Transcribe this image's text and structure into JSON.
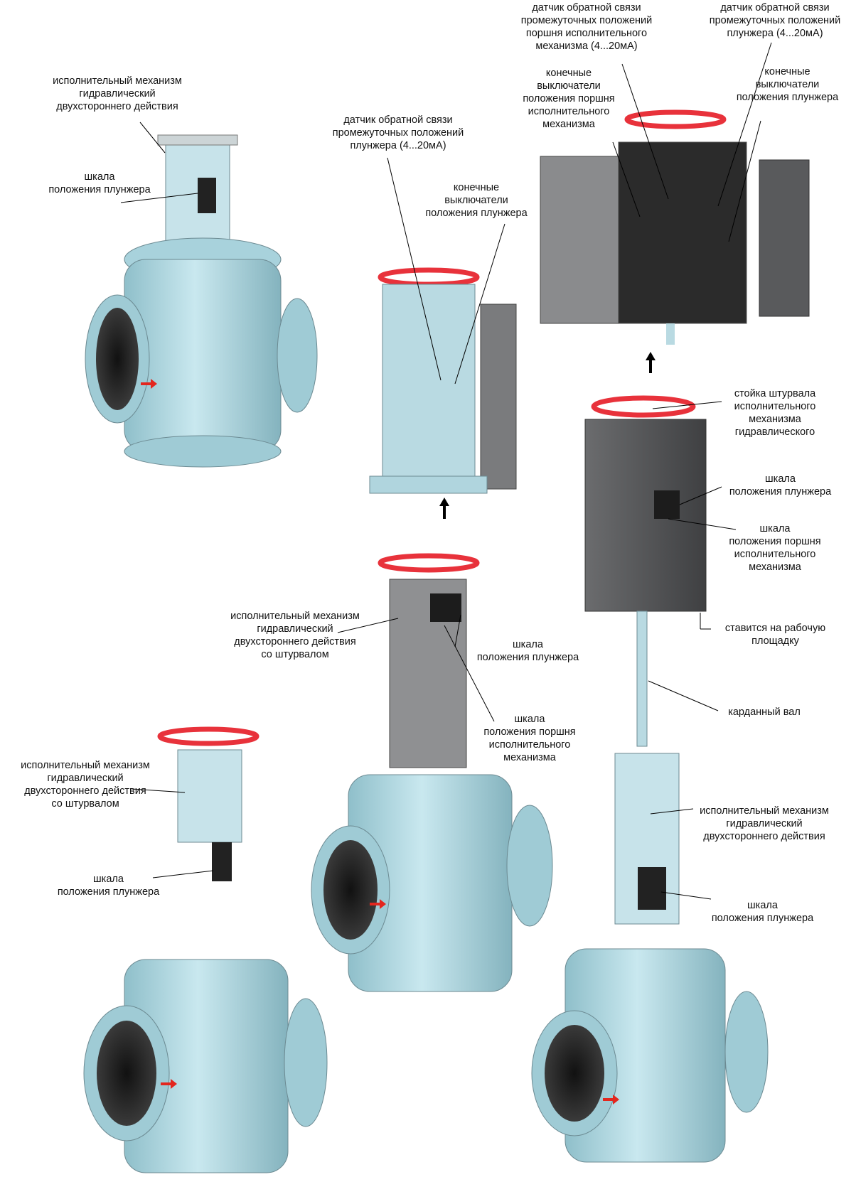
{
  "colors": {
    "valve_body": "#b6dde6",
    "valve_shade": "#7fb1bd",
    "handwheel": "#e8323b",
    "cabinet": "#57585a",
    "arrow_flow": "#e3261e",
    "line": "#000000"
  },
  "labels": {
    "v1_actuator": "исполнительный механизм\nгидравлический\nдвухстороннего действия",
    "v1_scale": "шкала\nположения плунжера",
    "v2_feedback": "датчик обратной связи\nпромежуточных положений\nплунжера (4...20мА)",
    "v2_limit": "конечные\nвыключатели\nположения плунжера",
    "v3_feedback_piston": "датчик обратной связи\nпромежуточных положений\nпоршня исполнительного\nмеханизма (4...20мА)",
    "v3_feedback_plunger": "датчик обратной связи\nпромежуточных положений\nплунжера (4...20мА)",
    "v3_limit_piston": "конечные\nвыключатели\nположения поршня\nисполнительного\nмеханизма",
    "v3_limit_plunger": "конечные\nвыключатели\nположения плунжера",
    "v4_wheel_stand": "стойка штурвала\nисполнительного\nмеханизма\nгидравлического",
    "v4_scale_plunger": "шкала\nположения плунжера",
    "v4_scale_piston": "шкала\nположения поршня\nисполнительного\nмеханизма",
    "v4_platform": "ставится на рабочую\nплощадку",
    "v4_cardan": "карданный вал",
    "v5_actuator": "исполнительный механизм\nгидравлический\nдвухстороннего действия\nсо штурвалом",
    "v5_scale_plunger": "шкала\nположения плунжера",
    "v5_scale_piston": "шкала\nположения поршня\nисполнительного\nмеханизма",
    "v6_actuator": "исполнительный механизм\nгидравлический\nдвухстороннего действия\nсо штурвалом",
    "v6_scale": "шкала\nположения плунжера",
    "v7_actuator": "исполнительный механизм\nгидравлический\nдвухстороннего действия",
    "v7_scale": "шкала\nположения плунжера"
  }
}
